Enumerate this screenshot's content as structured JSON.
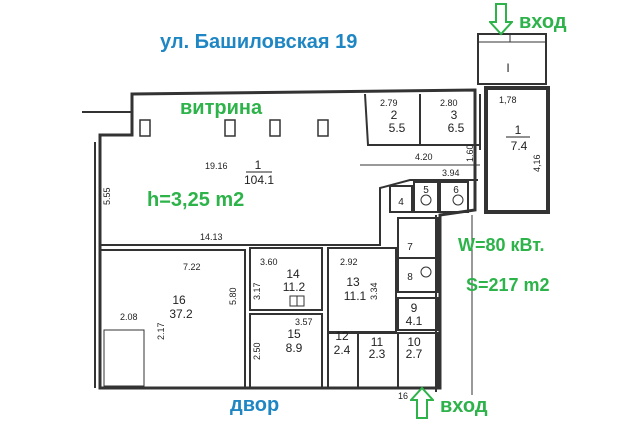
{
  "annotations": {
    "street": "ул. Башиловская 19",
    "entrance_top": "вход",
    "entrance_bottom": "вход",
    "vitrina": "витрина",
    "ceiling_height": "h=3,25 m2",
    "power": "W=80 кВт.",
    "total_area": "S=217 m2",
    "yard": "двор"
  },
  "dimensions": {
    "main_length": "19.16",
    "main_depth": "5.55",
    "main_width": "14.13",
    "room2_dim": "2.79",
    "room3_dim": "2.80",
    "corridor_dim": "4.20",
    "corridor_dim2": "3.94",
    "r1b_width": "1,78",
    "r1b_depth": "4,16",
    "corridor_w": "1.60",
    "r16_width": "7.22",
    "r16_depth_a": "2.08",
    "r16_depth_b": "2.17",
    "r16_depth_c": "5.80",
    "r14_width": "3.60",
    "r14_depth": "3.17",
    "r15_width": "3.57",
    "r15_depth": "2.50",
    "r13_width": "2.92",
    "r13_depth": "3.34",
    "bottom_mark": "16"
  },
  "rooms": [
    {
      "id": "1",
      "area": "104.1"
    },
    {
      "id": "1",
      "area": "7.4"
    },
    {
      "id": "2",
      "area": "5.5"
    },
    {
      "id": "3",
      "area": "6.5"
    },
    {
      "id": "4",
      "area": ""
    },
    {
      "id": "5",
      "area": ""
    },
    {
      "id": "6",
      "area": ""
    },
    {
      "id": "7",
      "area": ""
    },
    {
      "id": "8",
      "area": ""
    },
    {
      "id": "9",
      "area": "4.1"
    },
    {
      "id": "10",
      "area": "2.7"
    },
    {
      "id": "11",
      "area": "2.3"
    },
    {
      "id": "12",
      "area": "2.4"
    },
    {
      "id": "13",
      "area": "11.1"
    },
    {
      "id": "14",
      "area": "11.2"
    },
    {
      "id": "15",
      "area": "8.9"
    },
    {
      "id": "16",
      "area": "37.2"
    },
    {
      "id": "I",
      "area": ""
    }
  ],
  "colors": {
    "street_label": "#1f86c4",
    "green_label": "#2db34a",
    "wall": "#333333"
  }
}
